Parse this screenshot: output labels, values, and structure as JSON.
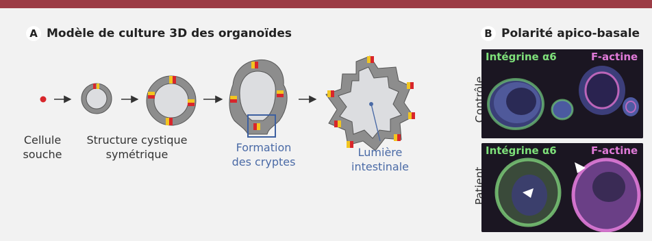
{
  "panel_a": {
    "letter": "A",
    "title": "Modèle de culture 3D des organoïdes",
    "labels": {
      "cellule": "Cellule\nsouche",
      "structure": "Structure cystique\nsymétrique",
      "formation": "Formation\ndes cryptes",
      "lumiere": "Lumière\nintestinale"
    }
  },
  "panel_b": {
    "letter": "B",
    "title": "Polarité apico-basale",
    "row_controle": "Contrôle",
    "row_patient": "Patient",
    "stain_integrine": "Intégrine α6",
    "stain_factine": "F-actine"
  },
  "colors": {
    "top_bar": "#9c3c46",
    "background": "#f2f2f2",
    "cell_red": "#d8262b",
    "cell_yellow": "#f2c520",
    "wall_gray": "#8d8d8d",
    "lumen_gray": "#dcdde0",
    "crypt_box_blue": "#3c5fa0",
    "integrine_green": "#7ee07a",
    "factine_pink": "#e07ad8"
  }
}
